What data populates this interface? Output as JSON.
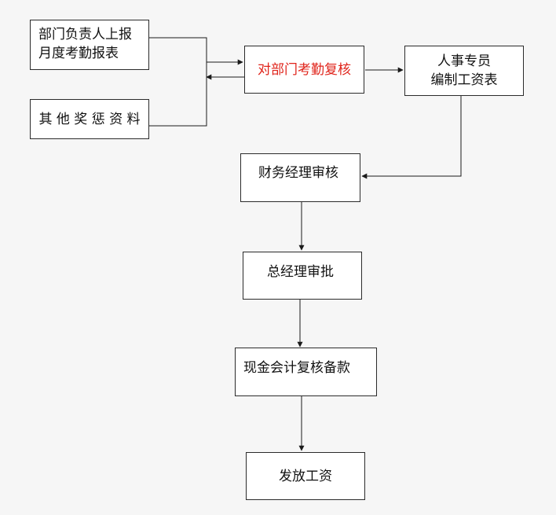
{
  "nodes": {
    "dept_report": {
      "line1": "部门负责人上报",
      "line2": "月度考勤报表"
    },
    "other_materials": {
      "label": "其 他 奖 惩 资 料"
    },
    "attendance_review": {
      "label": "对部门考勤复核",
      "color": "#e0241b"
    },
    "hr_payroll": {
      "line1": "人事专员",
      "line2": "编制工资表"
    },
    "finance_review": {
      "label": "财务经理审核"
    },
    "gm_approval": {
      "label": "总经理审批"
    },
    "cashier": {
      "label": "现金会计复核备款"
    },
    "pay_salary": {
      "label": "发放工资"
    }
  },
  "colors": {
    "line": "#1a1a1a",
    "border": "#2b2b2b",
    "background": "#f6f6f6"
  }
}
